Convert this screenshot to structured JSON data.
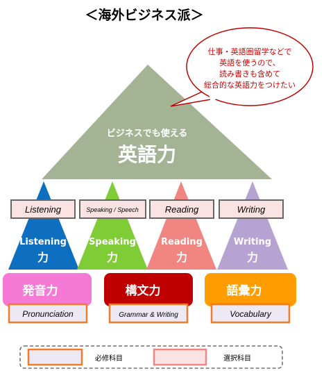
{
  "title": "＜海外ビジネス派＞",
  "bubble": {
    "lines": [
      "仕事・英語圏留学などで",
      "英語を使うので、",
      "読み書きも含めて",
      "総合的な英語力をつけたい"
    ]
  },
  "big_triangle": {
    "subtitle": "ビジネスでも使える",
    "title": "英語力"
  },
  "columns": [
    {
      "tag": "Listening",
      "skill_en": "Listening",
      "skill_jp": "力",
      "base": "発音力",
      "base_sub": "Pronunciation"
    },
    {
      "tag": "Speaking / Speech",
      "skill_en": "Speaking",
      "skill_jp": "力",
      "base": "構文力",
      "base_sub": "Grammar & Writing"
    },
    {
      "tag": "Reading",
      "skill_en": "Reading",
      "skill_jp": "力",
      "base": null,
      "base_sub": null
    },
    {
      "tag": "Writing",
      "skill_en": "Writing",
      "skill_jp": "力",
      "base": "語彙力",
      "base_sub": "Vocabulary"
    }
  ],
  "legend": {
    "required": "必修科目",
    "elective": "選択科目"
  },
  "colors": {
    "big_triangle": "#a3b394",
    "listening": "#0e6ebf",
    "speaking": "#7fcc37",
    "reading": "#f08582",
    "writing": "#b6a3d1",
    "pronunciation": "#f47ad5",
    "syntax": "#bf0000",
    "vocabulary": "#ff9d00",
    "required_border": "#f07c2a",
    "elective_border": "#f08582",
    "bubble_text": "#cc0000"
  }
}
